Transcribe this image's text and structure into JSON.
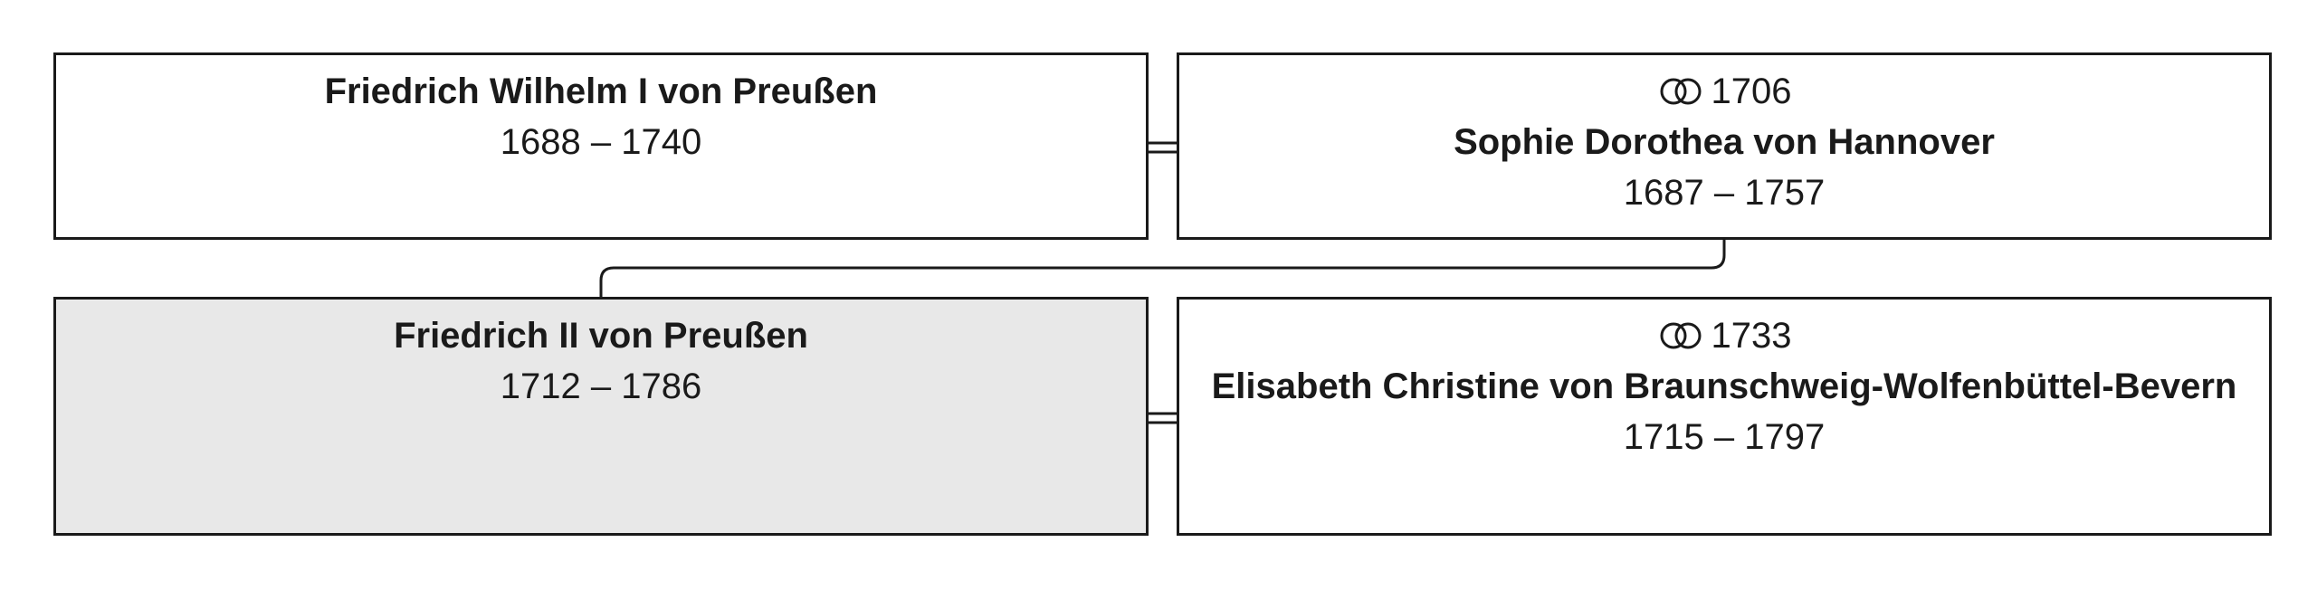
{
  "parents": {
    "father": {
      "name": "Friedrich Wilhelm I von Preußen",
      "dates": "1688 – 1740"
    },
    "mother": {
      "marriage_year": "1706",
      "name": "Sophie Dorothea von Hannover",
      "dates": "1687 – 1757"
    }
  },
  "main": {
    "person": {
      "name": "Friedrich II von Preußen",
      "dates": "1712 – 1786"
    },
    "spouse": {
      "marriage_year": "1733",
      "name": "Elisabeth Christine von Braunschweig-Wolfenbüttel-Bevern",
      "dates": "1715 – 1797"
    }
  },
  "colors": {
    "line": "#1a1a1a",
    "selected_fill": "#e8e8e8",
    "box_fill": "#ffffff"
  },
  "icons": {
    "marriage": "wedding-rings-icon"
  }
}
